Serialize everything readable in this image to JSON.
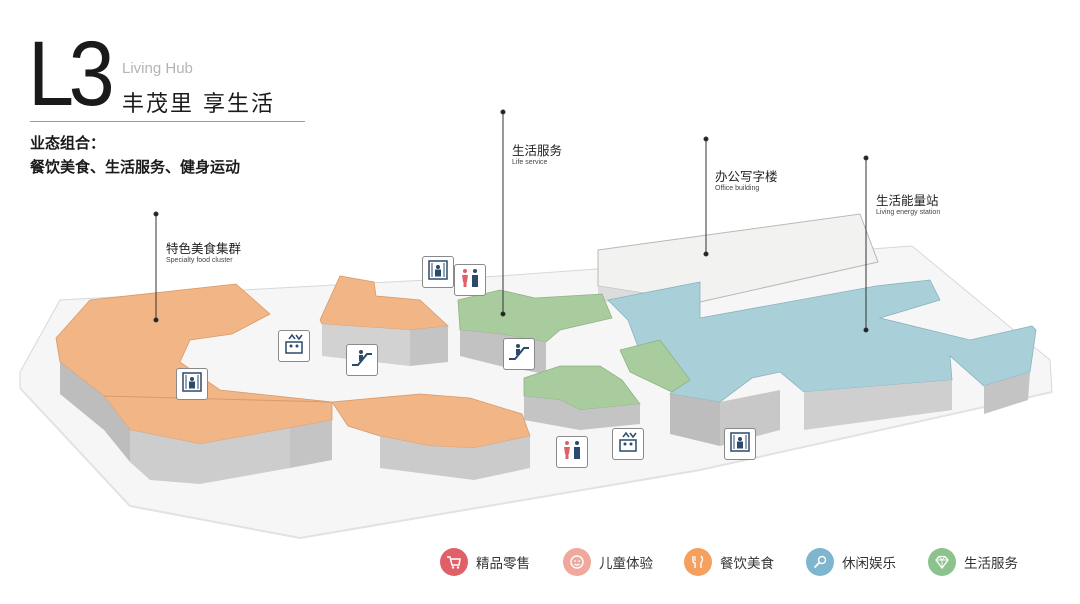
{
  "header": {
    "floor": "L3",
    "hub_en": "Living Hub",
    "hub_cn": "丰茂里  享生活",
    "business_heading": "业态组合：",
    "business_value": "餐饮美食、生活服务、健身运动"
  },
  "zones": [
    {
      "cn": "特色美食集群",
      "en": "Specialty food cluster"
    },
    {
      "cn": "生活服务",
      "en": "Life service"
    },
    {
      "cn": "办公写字楼",
      "en": "Office building"
    },
    {
      "cn": "生活能量站",
      "en": "Living energy station"
    }
  ],
  "legend": [
    {
      "label": "精品零售",
      "color": "#e0606a",
      "icon": "shopping-cart-icon"
    },
    {
      "label": "儿童体验",
      "color": "#f0a79c",
      "icon": "child-face-icon"
    },
    {
      "label": "餐饮美食",
      "color": "#f4a05e",
      "icon": "food-icon"
    },
    {
      "label": "休闲娱乐",
      "color": "#7fb6cf",
      "icon": "microphone-icon"
    },
    {
      "label": "生活服务",
      "color": "#8cc28c",
      "icon": "diamond-icon"
    }
  ],
  "colors": {
    "food": "#f2b585",
    "life_service": "#a9cc9f",
    "leisure": "#a9cfd9",
    "office": "#f2f2f0",
    "wall": "#c6c6c6",
    "base": "#f5f5f5"
  }
}
